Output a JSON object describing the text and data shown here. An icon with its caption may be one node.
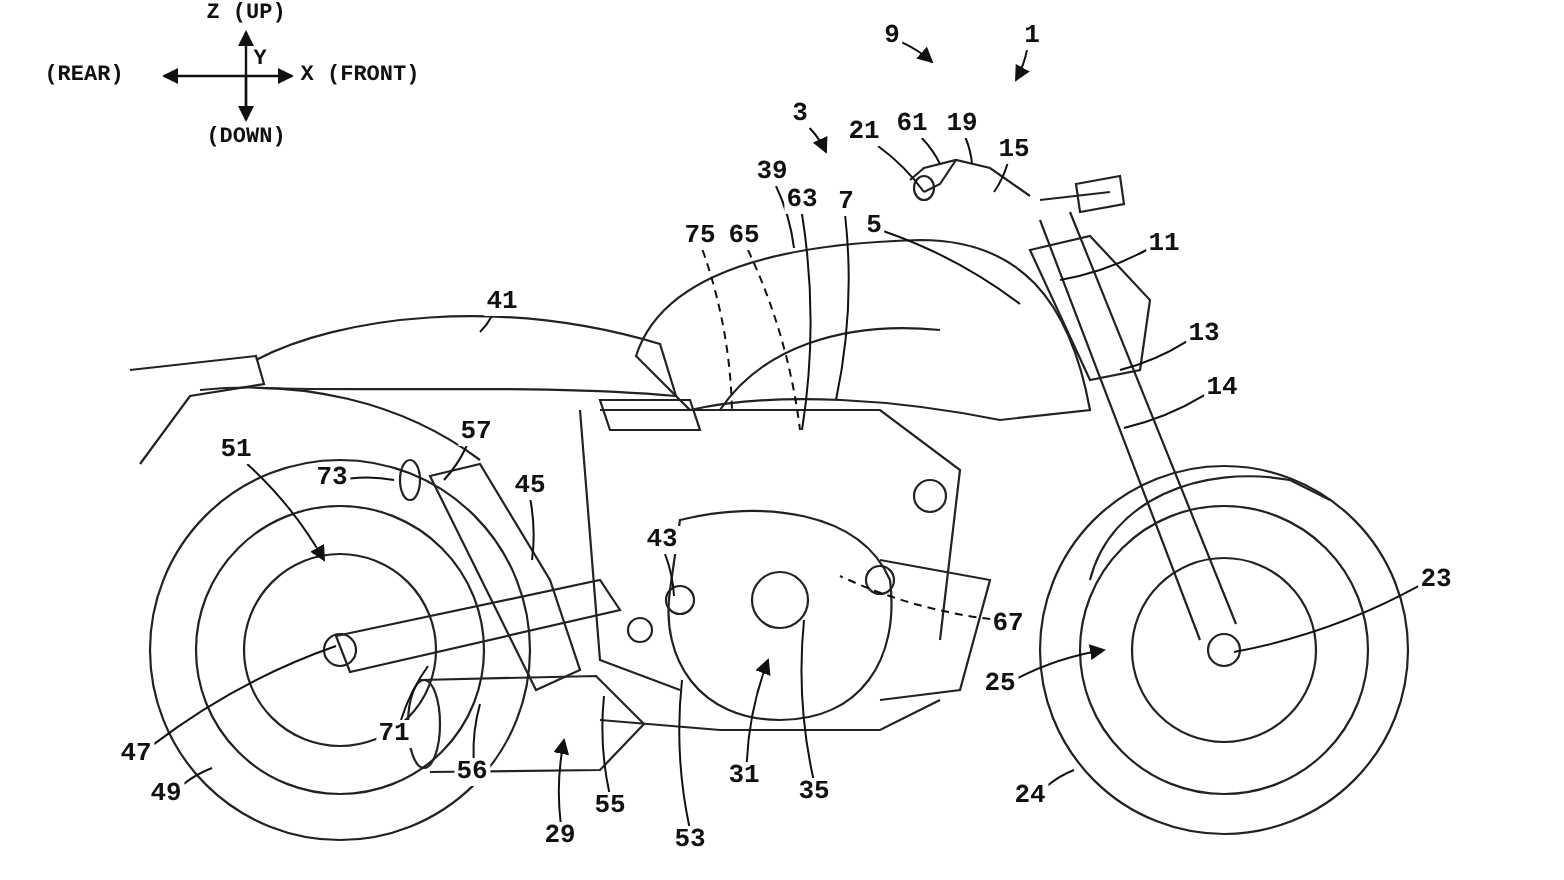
{
  "diagram": {
    "nodes": [
      {
        "text": [
          "1"
        ]
      },
      {
        "text": [
          "9"
        ]
      },
      {
        "text": [
          "21"
        ]
      },
      {
        "text": [
          "61"
        ]
      },
      {
        "text": [
          "19"
        ]
      },
      {
        "text": [
          "3"
        ]
      },
      {
        "text": [
          "15"
        ]
      },
      {
        "text": [
          "39"
        ]
      },
      {
        "text": [
          "5"
        ]
      },
      {
        "text": [
          "63"
        ]
      },
      {
        "text": [
          "7"
        ]
      },
      {
        "text": [
          "75"
        ]
      },
      {
        "text": [
          "65"
        ]
      },
      {
        "text": [
          "11"
        ]
      },
      {
        "text": [
          "41"
        ]
      },
      {
        "text": [
          "13"
        ]
      },
      {
        "text": [
          "14"
        ]
      },
      {
        "text": [
          "57"
        ]
      },
      {
        "text": [
          "51"
        ]
      },
      {
        "text": [
          "73"
        ]
      },
      {
        "text": [
          "45"
        ]
      },
      {
        "text": [
          "43"
        ]
      },
      {
        "text": [
          "67"
        ]
      },
      {
        "text": [
          "23"
        ]
      },
      {
        "text": [
          "25"
        ]
      },
      {
        "text": [
          "71"
        ]
      },
      {
        "text": [
          "47"
        ]
      },
      {
        "text": [
          "35"
        ]
      },
      {
        "text": [
          "56"
        ]
      },
      {
        "text": [
          "31"
        ]
      },
      {
        "text": [
          "49"
        ]
      },
      {
        "text": [
          "24"
        ]
      },
      {
        "text": [
          "55"
        ]
      },
      {
        "text": [
          "29"
        ]
      },
      {
        "text": [
          "53"
        ]
      }
    ],
    "edges": [
      {
        "from": 0,
        "to": null,
        "arrow": "to"
      },
      {
        "from": 1,
        "to": null,
        "arrow": "to"
      },
      {
        "from": 2,
        "to": null,
        "arrow": "none"
      },
      {
        "from": 3,
        "to": null,
        "arrow": "none"
      },
      {
        "from": 4,
        "to": null,
        "arrow": "none"
      },
      {
        "from": 5,
        "to": null,
        "arrow": "to"
      },
      {
        "from": 6,
        "to": null,
        "arrow": "none"
      },
      {
        "from": 7,
        "to": null,
        "arrow": "none"
      },
      {
        "from": 8,
        "to": null,
        "arrow": "none"
      },
      {
        "from": 9,
        "to": null,
        "arrow": "none"
      },
      {
        "from": 10,
        "to": null,
        "arrow": "none"
      },
      {
        "from": 11,
        "to": null,
        "arrow": "none",
        "style": "dashed"
      },
      {
        "from": 12,
        "to": null,
        "arrow": "none",
        "style": "dashed"
      },
      {
        "from": 13,
        "to": null,
        "arrow": "none"
      },
      {
        "from": 14,
        "to": null,
        "arrow": "none"
      },
      {
        "from": 15,
        "to": null,
        "arrow": "none"
      },
      {
        "from": 16,
        "to": null,
        "arrow": "none"
      },
      {
        "from": 17,
        "to": null,
        "arrow": "none"
      },
      {
        "from": 18,
        "to": null,
        "arrow": "to"
      },
      {
        "from": 19,
        "to": null,
        "arrow": "none"
      },
      {
        "from": 20,
        "to": null,
        "arrow": "none"
      },
      {
        "from": 21,
        "to": null,
        "arrow": "none"
      },
      {
        "from": 22,
        "to": null,
        "arrow": "none",
        "style": "dashed"
      },
      {
        "from": 23,
        "to": null,
        "arrow": "none"
      },
      {
        "from": 24,
        "to": null,
        "arrow": "to"
      },
      {
        "from": 25,
        "to": null,
        "arrow": "none"
      },
      {
        "from": 26,
        "to": null,
        "arrow": "none"
      },
      {
        "from": 27,
        "to": null,
        "arrow": "none"
      },
      {
        "from": 28,
        "to": null,
        "arrow": "none"
      },
      {
        "from": 29,
        "to": null,
        "arrow": "to"
      },
      {
        "from": 30,
        "to": null,
        "arrow": "none"
      },
      {
        "from": 31,
        "to": null,
        "arrow": "none"
      },
      {
        "from": 32,
        "to": null,
        "arrow": "none"
      },
      {
        "from": 33,
        "to": null,
        "arrow": "to"
      },
      {
        "from": 34,
        "to": null,
        "arrow": "none"
      }
    ],
    "labels": [
      "Z (UP)",
      "(REAR)",
      "Y",
      "X (FRONT)",
      "(DOWN)"
    ]
  }
}
